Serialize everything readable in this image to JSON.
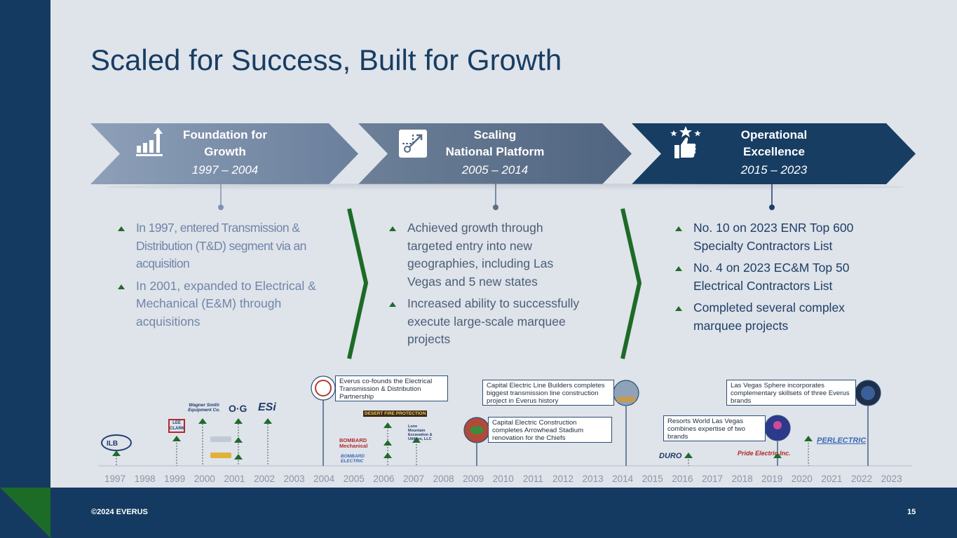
{
  "slide": {
    "title": "Scaled for Success, Built for Growth",
    "copyright": "©2024 EVERUS",
    "page_number": "15"
  },
  "phases": [
    {
      "title_line1": "Foundation for",
      "title_line2": "Growth",
      "years": "1997 – 2004",
      "icon": "bar-chart-icon",
      "bullets": [
        "In 1997, entered Transmission & Distribution (T&D) segment via an acquisition",
        "In 2001, expanded to Electrical & Mechanical (E&M) through acquisitions"
      ]
    },
    {
      "title_line1": "Scaling",
      "title_line2": "National Platform",
      "years": "2005 – 2014",
      "icon": "growth-target-icon",
      "bullets": [
        "Achieved growth through targeted entry into new geographies, including Las Vegas and 5 new states",
        "Increased ability to successfully execute large-scale marquee projects"
      ]
    },
    {
      "title_line1": "Operational",
      "title_line2": "Excellence",
      "years": "2015 – 2023",
      "icon": "thumbs-up-stars-icon",
      "bullets": [
        "No. 10 on 2023 ENR Top 600 Specialty Contractors List",
        "No. 4 on 2023 EC&M Top 50 Electrical Contractors List",
        "Completed several complex marquee projects"
      ]
    }
  ],
  "timeline": {
    "years": [
      "1997",
      "1998",
      "1999",
      "2000",
      "2001",
      "2002",
      "2003",
      "2004",
      "2005",
      "2006",
      "2007",
      "2008",
      "2009",
      "2010",
      "2011",
      "2012",
      "2013",
      "2014",
      "2015",
      "2016",
      "2017",
      "2018",
      "2019",
      "2020",
      "2021",
      "2022",
      "2023"
    ],
    "callouts": [
      {
        "year": "2004",
        "text": "Everus co-founds the Electrical Transmission & Distribution Partnership"
      },
      {
        "year": "2009",
        "text": "Capital Electric Construction completes Arrowhead Stadium renovation for the Chiefs"
      },
      {
        "year": "2014",
        "text": "Capital Electric Line Builders completes biggest transmission line construction project in Everus history"
      },
      {
        "year": "2019",
        "text": "Resorts World Las Vegas combines expertise of two brands"
      },
      {
        "year": "2022",
        "text": "Las Vegas Sphere incorporates complementary skillsets of three Everus brands"
      }
    ],
    "logos": {
      "ilb": "ILB",
      "lee_clark": "LEE CLARK",
      "wagner_smith": "Wagner Smith Equipment Co.",
      "og": "O·G",
      "esi": "ESi",
      "bombard_mechanical": "BOMBARD Mechanical",
      "bombard_electric": "BOMBARD ELECTRIC",
      "desert_fire": "DESERT FIRE PROTECTION",
      "lone_mountain": "Lone Mountain Excavation & Utilities, LLC",
      "duro": "DURO",
      "pride": "Pride Electric Inc.",
      "perlectric": "PERLECTRIC"
    }
  },
  "colors": {
    "navy": "#143a61",
    "title": "#173d63",
    "green": "#1f6b2a",
    "phase1_text": "#6f86a8",
    "phase2_text": "#4a5e76",
    "phase3_text": "#1e3f66"
  }
}
